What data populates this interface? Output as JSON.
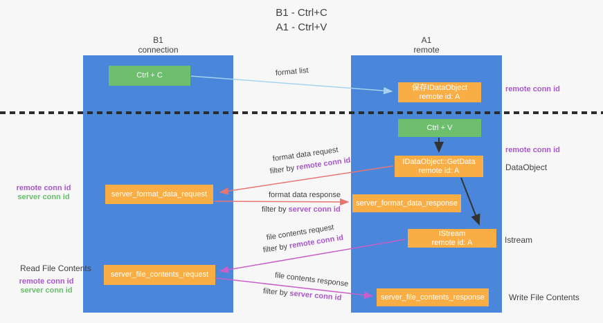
{
  "title": {
    "line1": "B1 - Ctrl+C",
    "line2": "A1 - Ctrl+V"
  },
  "lanes": {
    "left": {
      "title": "B1",
      "subtitle": "connection"
    },
    "right": {
      "title": "A1",
      "subtitle": "remote"
    }
  },
  "nodes": {
    "ctrl_c": "Ctrl + C",
    "ctrl_v": "Ctrl + V",
    "idataobject": {
      "line1": "保存IDataObject",
      "line2": "remote id: A"
    },
    "getdata": {
      "line1": "IDataObject::GetData",
      "line2": "remote id: A"
    },
    "istream": {
      "line1": "IStream",
      "line2": "remote id: A"
    },
    "format_request": "server_format_data_request",
    "format_response": "server_format_data_response",
    "file_request": "server_file_contents_request",
    "file_response": "server_file_contents_response"
  },
  "edge_labels": {
    "format_list": "format list",
    "format_data_request": "format data request",
    "format_data_request_filter": {
      "prefix": "filter by ",
      "highlight": "remote conn id"
    },
    "format_data_response": "format data response",
    "format_data_response_filter": {
      "prefix": "filter by ",
      "highlight": "server conn id"
    },
    "file_contents_request": "file contents request",
    "file_contents_request_filter": {
      "prefix": "filter by ",
      "highlight": "remote conn id"
    },
    "file_contents_response": "file contents response",
    "file_contents_response_filter": {
      "prefix": "filter by ",
      "highlight": "server conn id"
    }
  },
  "side_labels": {
    "right_top_remote_conn": "remote conn id",
    "right_mid_remote_conn": "remote conn id",
    "right_dataobject": "DataObject",
    "right_istream": "Istream",
    "right_write_file": "Write File Contents",
    "left_remote_conn_1": "remote conn id",
    "left_server_conn_1": "server conn id",
    "left_read_file": "Read File Contents",
    "left_remote_conn_2": "remote conn id",
    "left_server_conn_2": "server conn id"
  },
  "colors": {
    "background": "#f7f7f8",
    "lane-blue": "#4a86d9",
    "box-green": "#6dbe6d",
    "box-orange": "#f9ae45",
    "arrow-lightblue": "#a7d3f0",
    "arrow-red": "#e87572",
    "arrow-magenta": "#c95fc8",
    "arrow-black": "#333333",
    "text-purple": "#a857c8",
    "text-green": "#67bd68",
    "text-dark": "#3f3f3f",
    "divider-black": "#2b2b2b"
  }
}
